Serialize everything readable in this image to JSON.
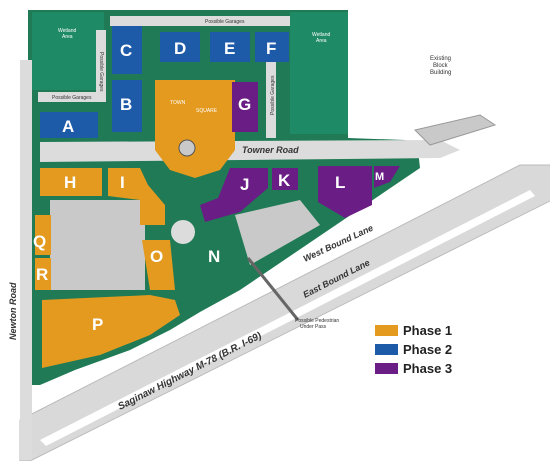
{
  "colors": {
    "phase1": "#e39a1f",
    "phase2": "#1d5aa8",
    "phase3": "#6b1d86",
    "green": "#1f7a55",
    "teal": "#1e8a66",
    "road": "#dcdcdc",
    "parking": "#c9c9c9"
  },
  "labels": {
    "wetland_left": [
      "Wetland",
      "Area"
    ],
    "wetland_right": [
      "Wetland",
      "Area"
    ],
    "possible_garages_top": "Possible Garages",
    "possible_garages_left": "Possible Garages",
    "possible_garages_vert_left": "Possible Garages",
    "possible_garages_vert_right": "Possible Garages",
    "existing_block": [
      "Existing",
      "Block",
      "Building"
    ],
    "town": "TOWN",
    "square": "SQUARE",
    "towner_road": "Towner Road",
    "west_bound": "West Bound Lane",
    "east_bound": "East Bound Lane",
    "saginaw": "Saginaw Highway  M-78 (B.R. I-69)",
    "newton": "Newton Road",
    "underpass": [
      "Possible Pedestrian",
      "Under Pass"
    ]
  },
  "lots": {
    "A": "A",
    "B": "B",
    "C": "C",
    "D": "D",
    "E": "E",
    "F": "F",
    "G": "G",
    "H": "H",
    "I": "I",
    "J": "J",
    "K": "K",
    "L": "L",
    "M": "M",
    "N": "N",
    "O": "O",
    "P": "P",
    "Q": "Q",
    "R": "R"
  },
  "legend": [
    {
      "label": "Phase 1",
      "color": "#e39a1f"
    },
    {
      "label": "Phase 2",
      "color": "#1d5aa8"
    },
    {
      "label": "Phase 3",
      "color": "#6b1d86"
    }
  ]
}
